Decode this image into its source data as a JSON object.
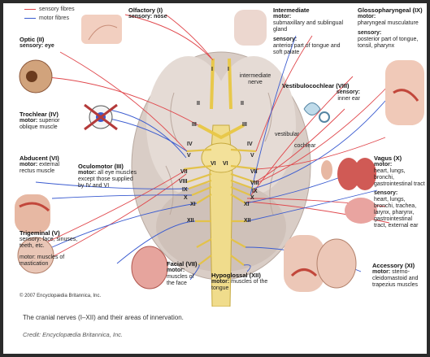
{
  "legend": {
    "sensory": "sensory fibres",
    "motor": "motor fibres",
    "sensory_color": "#e0474c",
    "motor_color": "#3a5bd0"
  },
  "nerves": {
    "olfactory": {
      "title": "Olfactory (I)",
      "sensory": "sensory: nose"
    },
    "optic": {
      "title": "Optic (II)",
      "sensory": "sensory: eye"
    },
    "intermediate": {
      "title": "Intermediate",
      "motor_head": "motor:",
      "motor": "submaxillary and sublingual gland",
      "sensory_head": "sensory:",
      "sensory": "anterior part of tongue and soft palate"
    },
    "glossopharyngeal": {
      "title": "Glossopharyngeal (IX)",
      "motor_head": "motor:",
      "motor": "pharyngeal musculature",
      "sensory_head": "sensory:",
      "sensory": "posterior part of tongue, tonsil, pharynx"
    },
    "vestibulocochlear": {
      "title": "Vestibulocochlear (VIII)",
      "sensory": "sensory:",
      "sensory_text": "inner ear"
    },
    "trochlear": {
      "title": "Trochlear (IV)",
      "motor_head": "motor:",
      "motor": "superior oblique muscle"
    },
    "abducent": {
      "title": "Abducent (VI)",
      "motor_head": "motor:",
      "motor": "external rectus muscle"
    },
    "oculomotor": {
      "title": "Oculomotor (III)",
      "motor_head": "motor:",
      "motor": "all eye muscles except those supplied by IV and VI"
    },
    "vagus": {
      "title": "Vagus (X)",
      "motor_head": "motor:",
      "motor": "heart, lungs, bronchi, gastrointestinal tract",
      "sensory_head": "sensory:",
      "sensory": "heart, lungs, bronchi, trachea, larynx, pharynx, gastrointestinal tract, external ear"
    },
    "trigeminal": {
      "title": "Trigeminal (V)",
      "sensory": "sensory: face, sinuses, teeth, etc.",
      "motor": "motor: muscles of mastication"
    },
    "facial": {
      "title": "Facial (VII)",
      "motor_head": "motor:",
      "motor": "muscles of the face"
    },
    "hypoglossal": {
      "title": "Hypoglossal (XII)",
      "motor_head": "motor:",
      "motor": "muscles of the tongue"
    },
    "accessory": {
      "title": "Accessory (XI)",
      "motor_head": "motor:",
      "motor": "sterno-cleidomastoid and trapezius muscles"
    }
  },
  "branch_labels": {
    "intermediate_nerve": "intermediate nerve",
    "vestibular": "vestibular",
    "cochlear": "cochlear"
  },
  "roman": {
    "I_l": "I",
    "I_r": "I",
    "II_l": "II",
    "II_r": "II",
    "III_l": "III",
    "III_r": "III",
    "IV_l": "IV",
    "IV_r": "IV",
    "V_l": "V",
    "V_r": "V",
    "VI_l": "VI",
    "VI_r": "VI",
    "VII_l": "VII",
    "VII_r": "VII",
    "VIII_l": "VIII",
    "VIII_r": "VIII",
    "IX_l": "IX",
    "IX_r": "IX",
    "X_l": "X",
    "X_r": "X",
    "XI_l": "XI",
    "XI_r": "XI",
    "XII_l": "XII",
    "XII_r": "XII"
  },
  "copyright": "© 2007 Encyclopædia Britannica, Inc.",
  "caption": "The cranial nerves (I–XII) and their areas of innervation.",
  "credit": "Credit: Encyclopædia Britannica, Inc."
}
